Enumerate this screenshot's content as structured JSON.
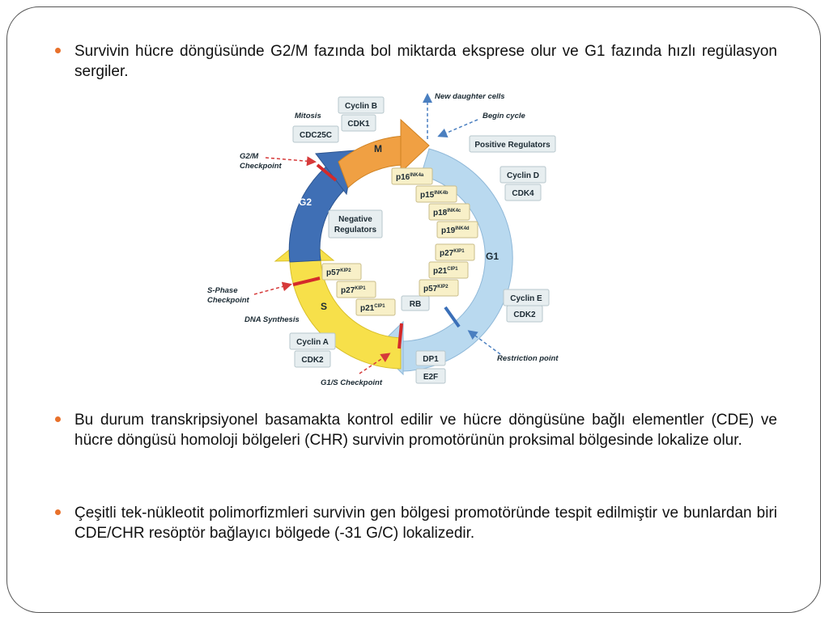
{
  "bullets": [
    "Survivin hücre döngüsünde G2/M fazında bol miktarda eksprese olur ve G1 fazında hızlı regülasyon sergiler.",
    "Bu durum transkripsiyonel basamakta kontrol edilir ve hücre döngüsüne bağlı elementler (CDE) ve hücre döngüsü homoloji bölgeleri (CHR) survivin promotörünün proksimal bölgesinde lokalize olur.",
    "Çeşitli tek-nükleotit polimorfizmleri survivin gen bölgesi promotöründe tespit edilmiştir ve bunlardan biri CDE/CHR resöptör bağlayıcı bölgede (-31 G/C) lokalizedir."
  ],
  "diagram": {
    "phases": {
      "m": "M",
      "g1": "G1",
      "s": "S",
      "g2": "G2"
    },
    "annotations": {
      "new_daughter": "New daughter cells",
      "begin_cycle": "Begin cycle",
      "mitosis": "Mitosis",
      "g2m_1": "G2/M",
      "g2m_2": "Checkpoint",
      "sphase_1": "S-Phase",
      "sphase_2": "Checkpoint",
      "dna_synthesis": "DNA Synthesis",
      "g1s": "G1/S Checkpoint",
      "restriction": "Restriction point"
    },
    "boxes": {
      "cyclin_b": "Cyclin B",
      "cdk1": "CDK1",
      "cdc25c": "CDC25C",
      "positive_regulators": "Positive Regulators",
      "cyclin_d": "Cyclin D",
      "cdk4": "CDK4",
      "cyclin_e": "Cyclin E",
      "cdk2_right": "CDK2",
      "cyclin_a": "Cyclin A",
      "cdk2_left": "CDK2",
      "dp1": "DP1",
      "e2f": "E2F",
      "rb": "RB",
      "neg_reg_1": "Negative",
      "neg_reg_2": "Regulators"
    },
    "inhibitors": {
      "p16": {
        "base": "p16",
        "sup": "INK4a"
      },
      "p15": {
        "base": "p15",
        "sup": "INK4b"
      },
      "p18": {
        "base": "p18",
        "sup": "INK4c"
      },
      "p19": {
        "base": "p19",
        "sup": "INK4d"
      },
      "p27_right": {
        "base": "p27",
        "sup": "KIP1"
      },
      "p21_right": {
        "base": "p21",
        "sup": "CIP1"
      },
      "p57_right": {
        "base": "p57",
        "sup": "KIP2"
      },
      "p57_left": {
        "base": "p57",
        "sup": "KIP2"
      },
      "p27_left": {
        "base": "p27",
        "sup": "KIP1"
      },
      "p21_left": {
        "base": "p21",
        "sup": "CIP1"
      }
    },
    "colors": {
      "m": "#f0a043",
      "g1": "#b9d9ef",
      "s": "#f7e04a",
      "g2": "#3f6fb5",
      "checkpoint": "#d42a2a",
      "restriction": "#3a6fb8",
      "arrow_dashed_red": "#d63a3a",
      "arrow_dashed_blue": "#4a7fc0"
    }
  }
}
